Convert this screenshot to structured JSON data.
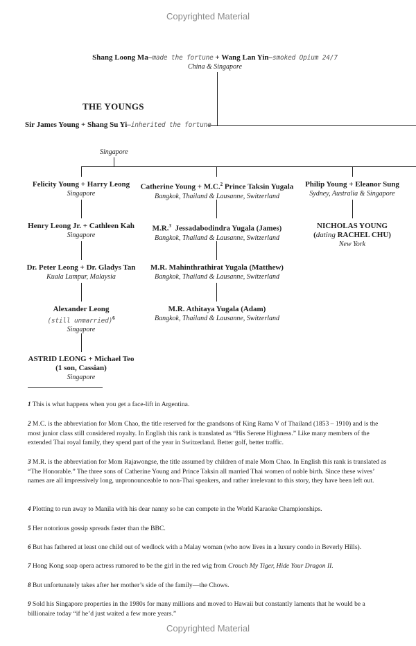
{
  "watermark": {
    "top": "Copyrighted Material",
    "bottom": "Copyrighted Material"
  },
  "founders": {
    "name_a": "Shang Loong Ma",
    "note_a": "made the fortune",
    "plus": "+",
    "name_b": "Wang Lan Yin",
    "note_b": "smoked Opium 24/7",
    "location": "China & Singapore"
  },
  "family_heading": "THE YOUNGS",
  "patriarch": {
    "name": "Sir James Young + Shang Su Yi",
    "note": "inherited the fortune",
    "location": "Singapore"
  },
  "branches": [
    {
      "generations": [
        {
          "name": "Felicity Young + Harry Leong",
          "location": "Singapore"
        },
        {
          "name": "Henry Leong Jr. + Cathleen Kah",
          "location": "Singapore"
        },
        {
          "name": "Dr. Peter Leong + Dr. Gladys Tan",
          "location": "Kuala Lumpur, Malaysia"
        },
        {
          "name": "Alexander Leong",
          "note": "(still unmarried)",
          "sup": "6",
          "location": "Singapore"
        },
        {
          "name": "ASTRID LEONG + Michael Teo",
          "name2": "(1 son, Cassian)",
          "location": "Singapore"
        }
      ]
    },
    {
      "generations": [
        {
          "name_pre": "Catherine Young + M.C.",
          "sup": "2",
          "name_post": " Prince Taksin Yugala",
          "location": "Bangkok, Thailand & Lausanne, Switzerland"
        },
        {
          "name_pre": "M.R.",
          "sup": "3",
          "name_post": "  Jessadabodindra Yugala (James)",
          "location": "Bangkok, Thailand & Lausanne, Switzerland"
        },
        {
          "name": "M.R. Mahinthrathirat Yugala (Matthew)",
          "location": "Bangkok, Thailand & Lausanne, Switzerland"
        },
        {
          "name": "M.R. Athitaya Yugala (Adam)",
          "location": "Bangkok, Thailand & Lausanne, Switzerland"
        }
      ]
    },
    {
      "generations": [
        {
          "name": "Philip Young + Eleanor Sung",
          "location": "Sydney, Australia & Singapore"
        },
        {
          "name": "NICHOLAS YOUNG",
          "name2_pre": "(",
          "name2_italic": "dating",
          "name2_post": " RACHEL CHU)",
          "location": "New York"
        }
      ]
    }
  ],
  "footnotes": [
    {
      "num": "1",
      "text": "This is what happens when you get a face-lift in Argentina."
    },
    {
      "num": "2",
      "text": "M.C. is the abbreviation for Mom Chao, the title reserved for the grandsons of King Rama V of Thailand (1853 – 1910) and is the most junior class still considered royalty.  In English this rank is translated as “His Serene Highness.”   Like many members of the extended Thai royal family, they spend part of the year in Switzerland. Better golf, better traffic."
    },
    {
      "num": "3",
      "text": "M.R. is the abbreviation for Mom Rajawongse, the title assumed by children of male Mom Chao.  In English this rank is translated as “The Honorable.”  The three sons of Catherine Young and Prince Taksin all married Thai women of noble birth.  Since these wives’ names are all impressively long, unpronounceable to non-Thai speakers, and rather irrelevant to this story, they have been left out."
    },
    {
      "num": "4",
      "text": "Plotting to run away to Manila with his dear nanny so he can compete in the World Karaoke Championships."
    },
    {
      "num": "5",
      "text": "Her notorious gossip spreads faster than the BBC."
    },
    {
      "num": "6",
      "text": "But has fathered at least one child out of wedlock with a Malay woman (who now lives in a luxury condo in Beverly Hills)."
    },
    {
      "num": "7",
      "text_pre": "Hong Kong soap opera actress rumored to be the girl in the red wig from ",
      "text_italic": "Crouch My Tiger, Hide Your Dragon II.",
      "text_post": ""
    },
    {
      "num": "8",
      "text": "But unfortunately takes after her mother’s side of the family—the Chows."
    },
    {
      "num": "9",
      "text": "Sold his Singapore properties in the 1980s for many millions and moved to Hawaii but constantly laments that he would be a billionaire today “if he’d just waited a few more years.”"
    }
  ]
}
